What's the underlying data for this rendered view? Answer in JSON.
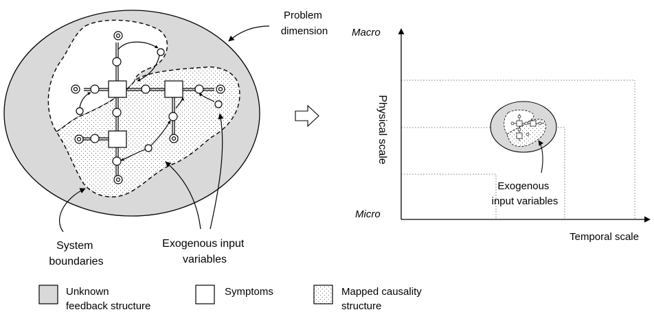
{
  "left_diagram": {
    "problem_label": [
      "Problem",
      "dimension"
    ],
    "system_label": [
      "System",
      "boundaries"
    ],
    "exogenous_label": [
      "Exogenous input",
      "variables"
    ]
  },
  "right_diagram": {
    "y_top": "Macro",
    "y_bottom": "Micro",
    "y_axis": "Physical scale",
    "x_axis": "Temporal scale",
    "exogenous_label": [
      "Exogenous",
      "input variables"
    ]
  },
  "legend": {
    "unknown": [
      "Unknown",
      "feedback structure"
    ],
    "symptoms": "Symptoms",
    "mapped": [
      "Mapped causality",
      "structure"
    ]
  },
  "colors": {
    "gray_fill": "#d9d9d9",
    "line": "#000000",
    "dotted_line": "#7a7a7a"
  }
}
